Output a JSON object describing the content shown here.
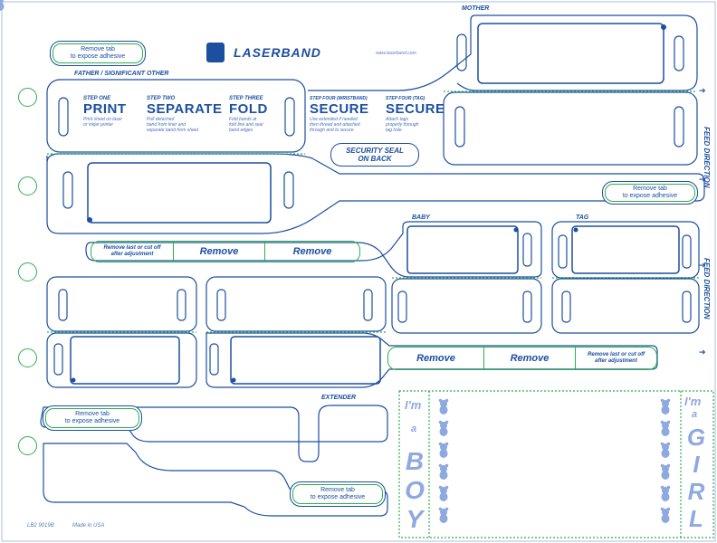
{
  "labels": {
    "mother": "MOTHER",
    "father": "FATHER / SIGNIFICANT OTHER",
    "baby": "BABY",
    "tag": "TAG",
    "extender": "EXTENDER",
    "brand": "LASERBAND",
    "website": "www.laserband.com",
    "security_seal": "SECURITY SEAL\nON BACK",
    "feed_direction_1": "FEED DIRECTION",
    "feed_direction_2": "FEED DIRECTION",
    "form_code": "LB2 9019B",
    "made_in": "Made in USA"
  },
  "steps": [
    {
      "head": "STEP ONE",
      "title": "PRINT",
      "text": "Print sheet on laser\nor inkjet printer"
    },
    {
      "head": "STEP TWO",
      "title": "SEPARATE",
      "text": "Pull detached\nband from liner and\nseparate band from sheet"
    },
    {
      "head": "STEP THREE",
      "title": "FOLD",
      "text": "Fold bands at\nfold line and seal\nband edges"
    },
    {
      "head": "STEP FOUR (WRISTBAND)",
      "title": "SECURE",
      "text": "Use extended if needed\nthen thread and attached\nthrough and to secure"
    },
    {
      "head": "STEP FOUR (TAG)",
      "title": "SECURE",
      "text": "Attach tags\nproperly through\ntag hole"
    }
  ],
  "tabs": {
    "top_left": "Remove tab\nto expose adhesive",
    "mid_right": "Remove tab\nto expose adhesive",
    "ext_top": "Remove tab\nto expose adhesive",
    "ext_bottom": "Remove tab\nto expose adhesive"
  },
  "strips": {
    "left": {
      "note": "Remove last or cut off\nafter adjustment",
      "remove1": "Remove",
      "remove2": "Remove"
    },
    "right": {
      "note": "Remove last or cut off\nafter adjustment",
      "remove1": "Remove",
      "remove2": "Remove"
    }
  },
  "boy": {
    "prefix1": "I'm",
    "prefix2": "a",
    "letters": [
      "B",
      "O",
      "Y"
    ]
  },
  "girl": {
    "prefix1": "I'm",
    "prefix2": "a",
    "letters": [
      "G",
      "I",
      "R",
      "L"
    ]
  },
  "colors": {
    "blue": "#1c4fa0",
    "green": "#2fae4e",
    "light_blue": "#8ea8e0"
  }
}
